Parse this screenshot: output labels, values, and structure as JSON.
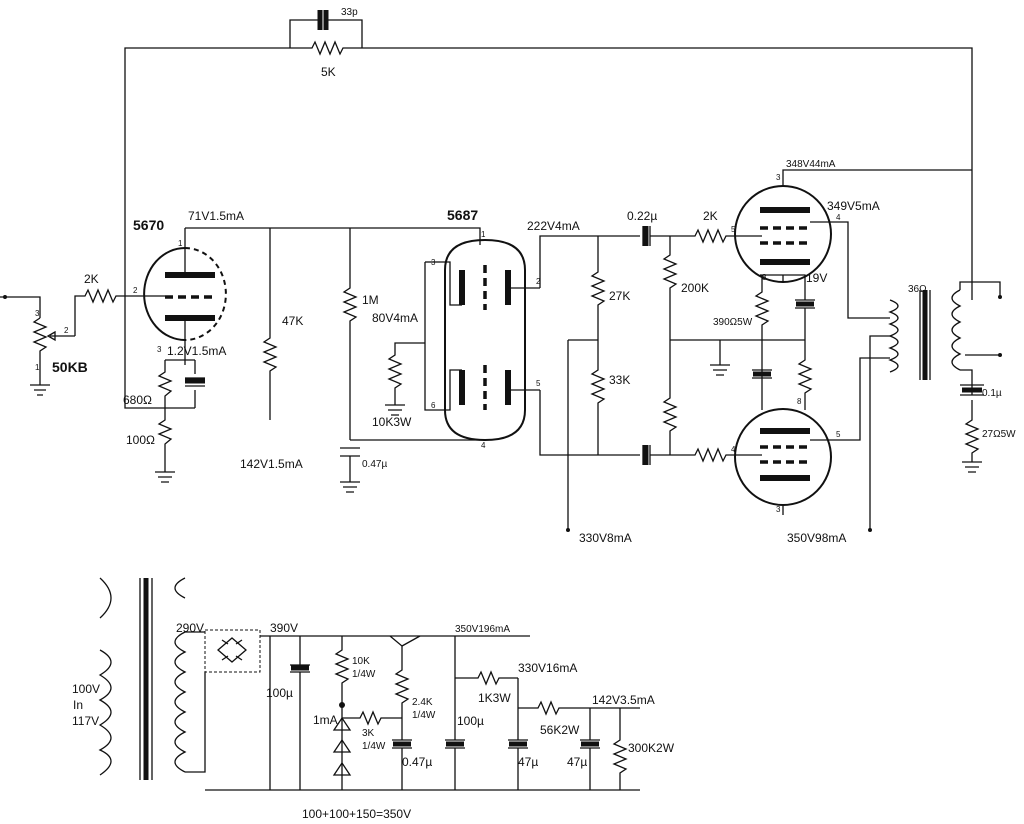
{
  "tubes": {
    "v1": "5670",
    "v2": "5687"
  },
  "feedback": {
    "cap": "33p",
    "res": "5K"
  },
  "input": {
    "pot": "50KB",
    "series": "2K"
  },
  "v1": {
    "plate_volt": "71V1.5mA",
    "cathode_volt": "1.2V1.5mA",
    "rk": "680Ω",
    "rk2": "100Ω",
    "rload": "47K",
    "b_plus": "142V1.5mA"
  },
  "grid_bias": {
    "r1": "1M",
    "volt": "80V4mA",
    "r2": "10K3W",
    "cap": "0.47µ"
  },
  "pi": {
    "plate_volt": "222V4mA",
    "r_top": "27K",
    "r_bot": "33K",
    "b_plus": "330V8mA"
  },
  "output": {
    "coupling": "0.22µ",
    "grid_r": "2K",
    "grid_leak": "200K",
    "top_plate": "348V44mA",
    "top_screen": "349V5mA",
    "bias_volt": "19V",
    "rk": "390Ω5W",
    "b_plus": "350V98mA",
    "ot_imp": "36Ω",
    "zobel_c": "0.1µ",
    "zobel_r": "27Ω5W"
  },
  "psu": {
    "primary": [
      "100V",
      "In",
      "117V"
    ],
    "sec_volt": "290V",
    "rect_volt": "390V",
    "cap1": "100µ",
    "r1": "10K",
    "r1w": "1/4W",
    "i_zener": "1mA",
    "r2": "3K",
    "r2w": "1/4W",
    "r3": "2.4K",
    "r3w": "1/4W",
    "cap2": "0.47µ",
    "out1": "350V196mA",
    "cap3": "100µ",
    "r4": "1K3W",
    "out2": "330V16mA",
    "cap4": "47µ",
    "r5": "56K2W",
    "out3": "142V3.5mA",
    "cap5": "47µ",
    "r6": "300K2W",
    "zener_sum": "100+100+150=350V"
  },
  "pins": {
    "v1_1": "1",
    "v1_2": "2",
    "v1_3": "3",
    "pot_1": "1",
    "pot_2": "2",
    "pot_3": "3",
    "v2_1": "1",
    "v2_2": "2",
    "v2_3": "3",
    "v2_4": "4",
    "v2_5": "5",
    "v2_6": "6",
    "t_3": "3",
    "t_4": "4",
    "t_5": "5",
    "t_8": "8",
    "b_3": "3",
    "b_4": "4",
    "b_5": "5",
    "b_8": "8"
  }
}
